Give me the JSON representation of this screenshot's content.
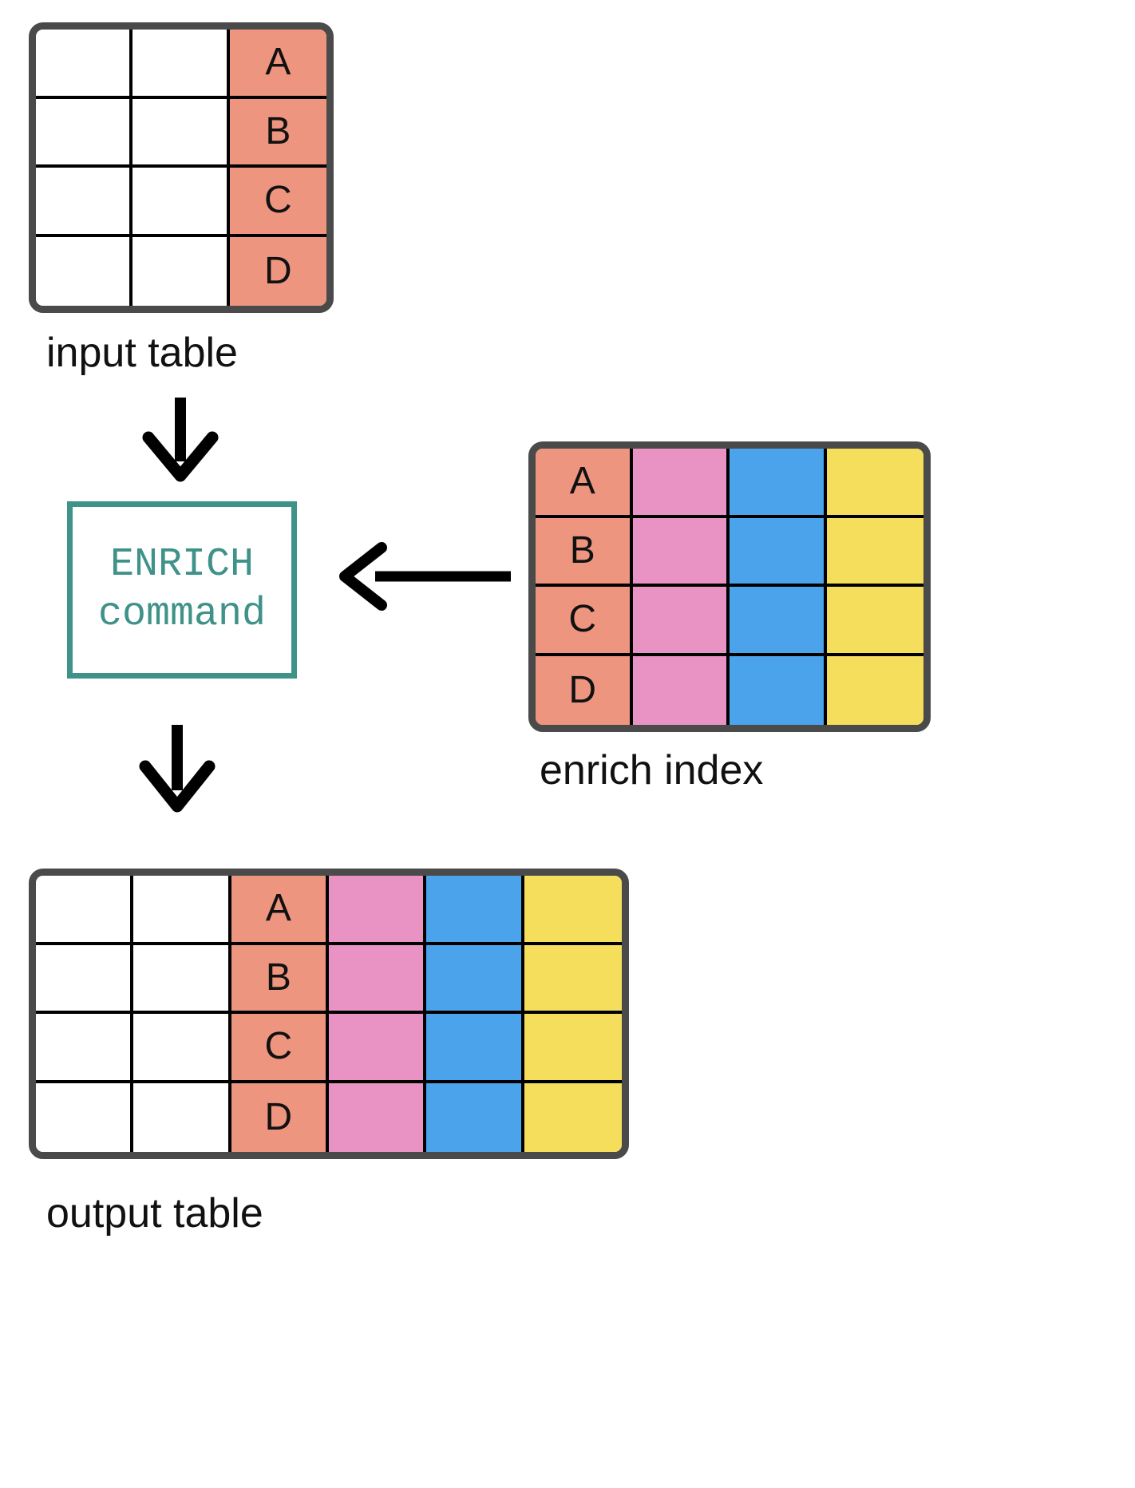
{
  "diagram": {
    "title": "ENRICH command data flow",
    "background": "#ffffff",
    "colors": {
      "salmon": "#EE9580",
      "pink": "#E993C4",
      "blue": "#4BA3EC",
      "yellow": "#F5DE5C",
      "white": "#FFFFFF",
      "table_border": "#4A4A4A",
      "grid_line": "#000000",
      "command_accent": "#3F9288",
      "arrow": "#000000",
      "label_text": "#111111"
    }
  },
  "input_table": {
    "caption": "input table",
    "columns": 3,
    "rows": 4,
    "column_colors": [
      "#FFFFFF",
      "#FFFFFF",
      "#EE9580"
    ],
    "cells": [
      [
        "",
        "",
        "A"
      ],
      [
        "",
        "",
        "B"
      ],
      [
        "",
        "",
        "C"
      ],
      [
        "",
        "",
        "D"
      ]
    ]
  },
  "enrich_index": {
    "caption": "enrich index",
    "columns": 4,
    "rows": 4,
    "column_colors": [
      "#EE9580",
      "#E993C4",
      "#4BA3EC",
      "#F5DE5C"
    ],
    "cells": [
      [
        "A",
        "",
        "",
        ""
      ],
      [
        "B",
        "",
        "",
        ""
      ],
      [
        "C",
        "",
        "",
        ""
      ],
      [
        "D",
        "",
        "",
        ""
      ]
    ]
  },
  "output_table": {
    "caption": "output table",
    "columns": 6,
    "rows": 4,
    "column_colors": [
      "#FFFFFF",
      "#FFFFFF",
      "#EE9580",
      "#E993C4",
      "#4BA3EC",
      "#F5DE5C"
    ],
    "cells": [
      [
        "",
        "",
        "A",
        "",
        "",
        ""
      ],
      [
        "",
        "",
        "B",
        "",
        "",
        ""
      ],
      [
        "",
        "",
        "C",
        "",
        "",
        ""
      ],
      [
        "",
        "",
        "D",
        "",
        "",
        ""
      ]
    ]
  },
  "command_box": {
    "line1": "ENRICH",
    "line2": "command",
    "border_color": "#3F9288",
    "text_color": "#3F9288"
  },
  "arrows": [
    {
      "name": "input-to-command",
      "direction": "down"
    },
    {
      "name": "index-to-command",
      "direction": "left"
    },
    {
      "name": "command-to-output",
      "direction": "down"
    }
  ]
}
